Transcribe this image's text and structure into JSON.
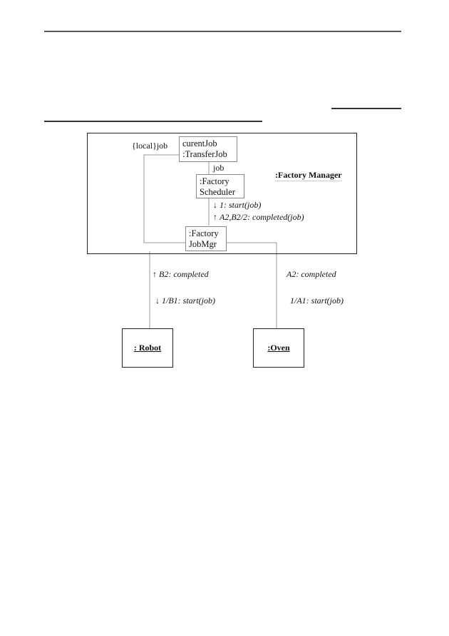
{
  "diagram": {
    "frame_label": ":Factory Manager",
    "objects": {
      "transfer_job": {
        "line1": "curentJob",
        "line2": ":TransferJob"
      },
      "scheduler": {
        "line1": ":Factory",
        "line2": "Scheduler"
      },
      "job_mgr": {
        "line1": ":Factory",
        "line2": "JobMgr"
      },
      "robot": ": Robot",
      "oven": ":Oven"
    },
    "link_labels": {
      "local_job": "{local}job",
      "job": "job"
    },
    "messages": {
      "start_down": "1: start(job)",
      "completed_up": "A2,B2/2: completed(job)",
      "robot_completed": "B2: completed",
      "robot_start": "1/B1: start(job)",
      "oven_completed": "A2: completed",
      "oven_start": "1/A1: start(job)"
    },
    "arrows": {
      "up": "↑",
      "down": "↓"
    }
  }
}
